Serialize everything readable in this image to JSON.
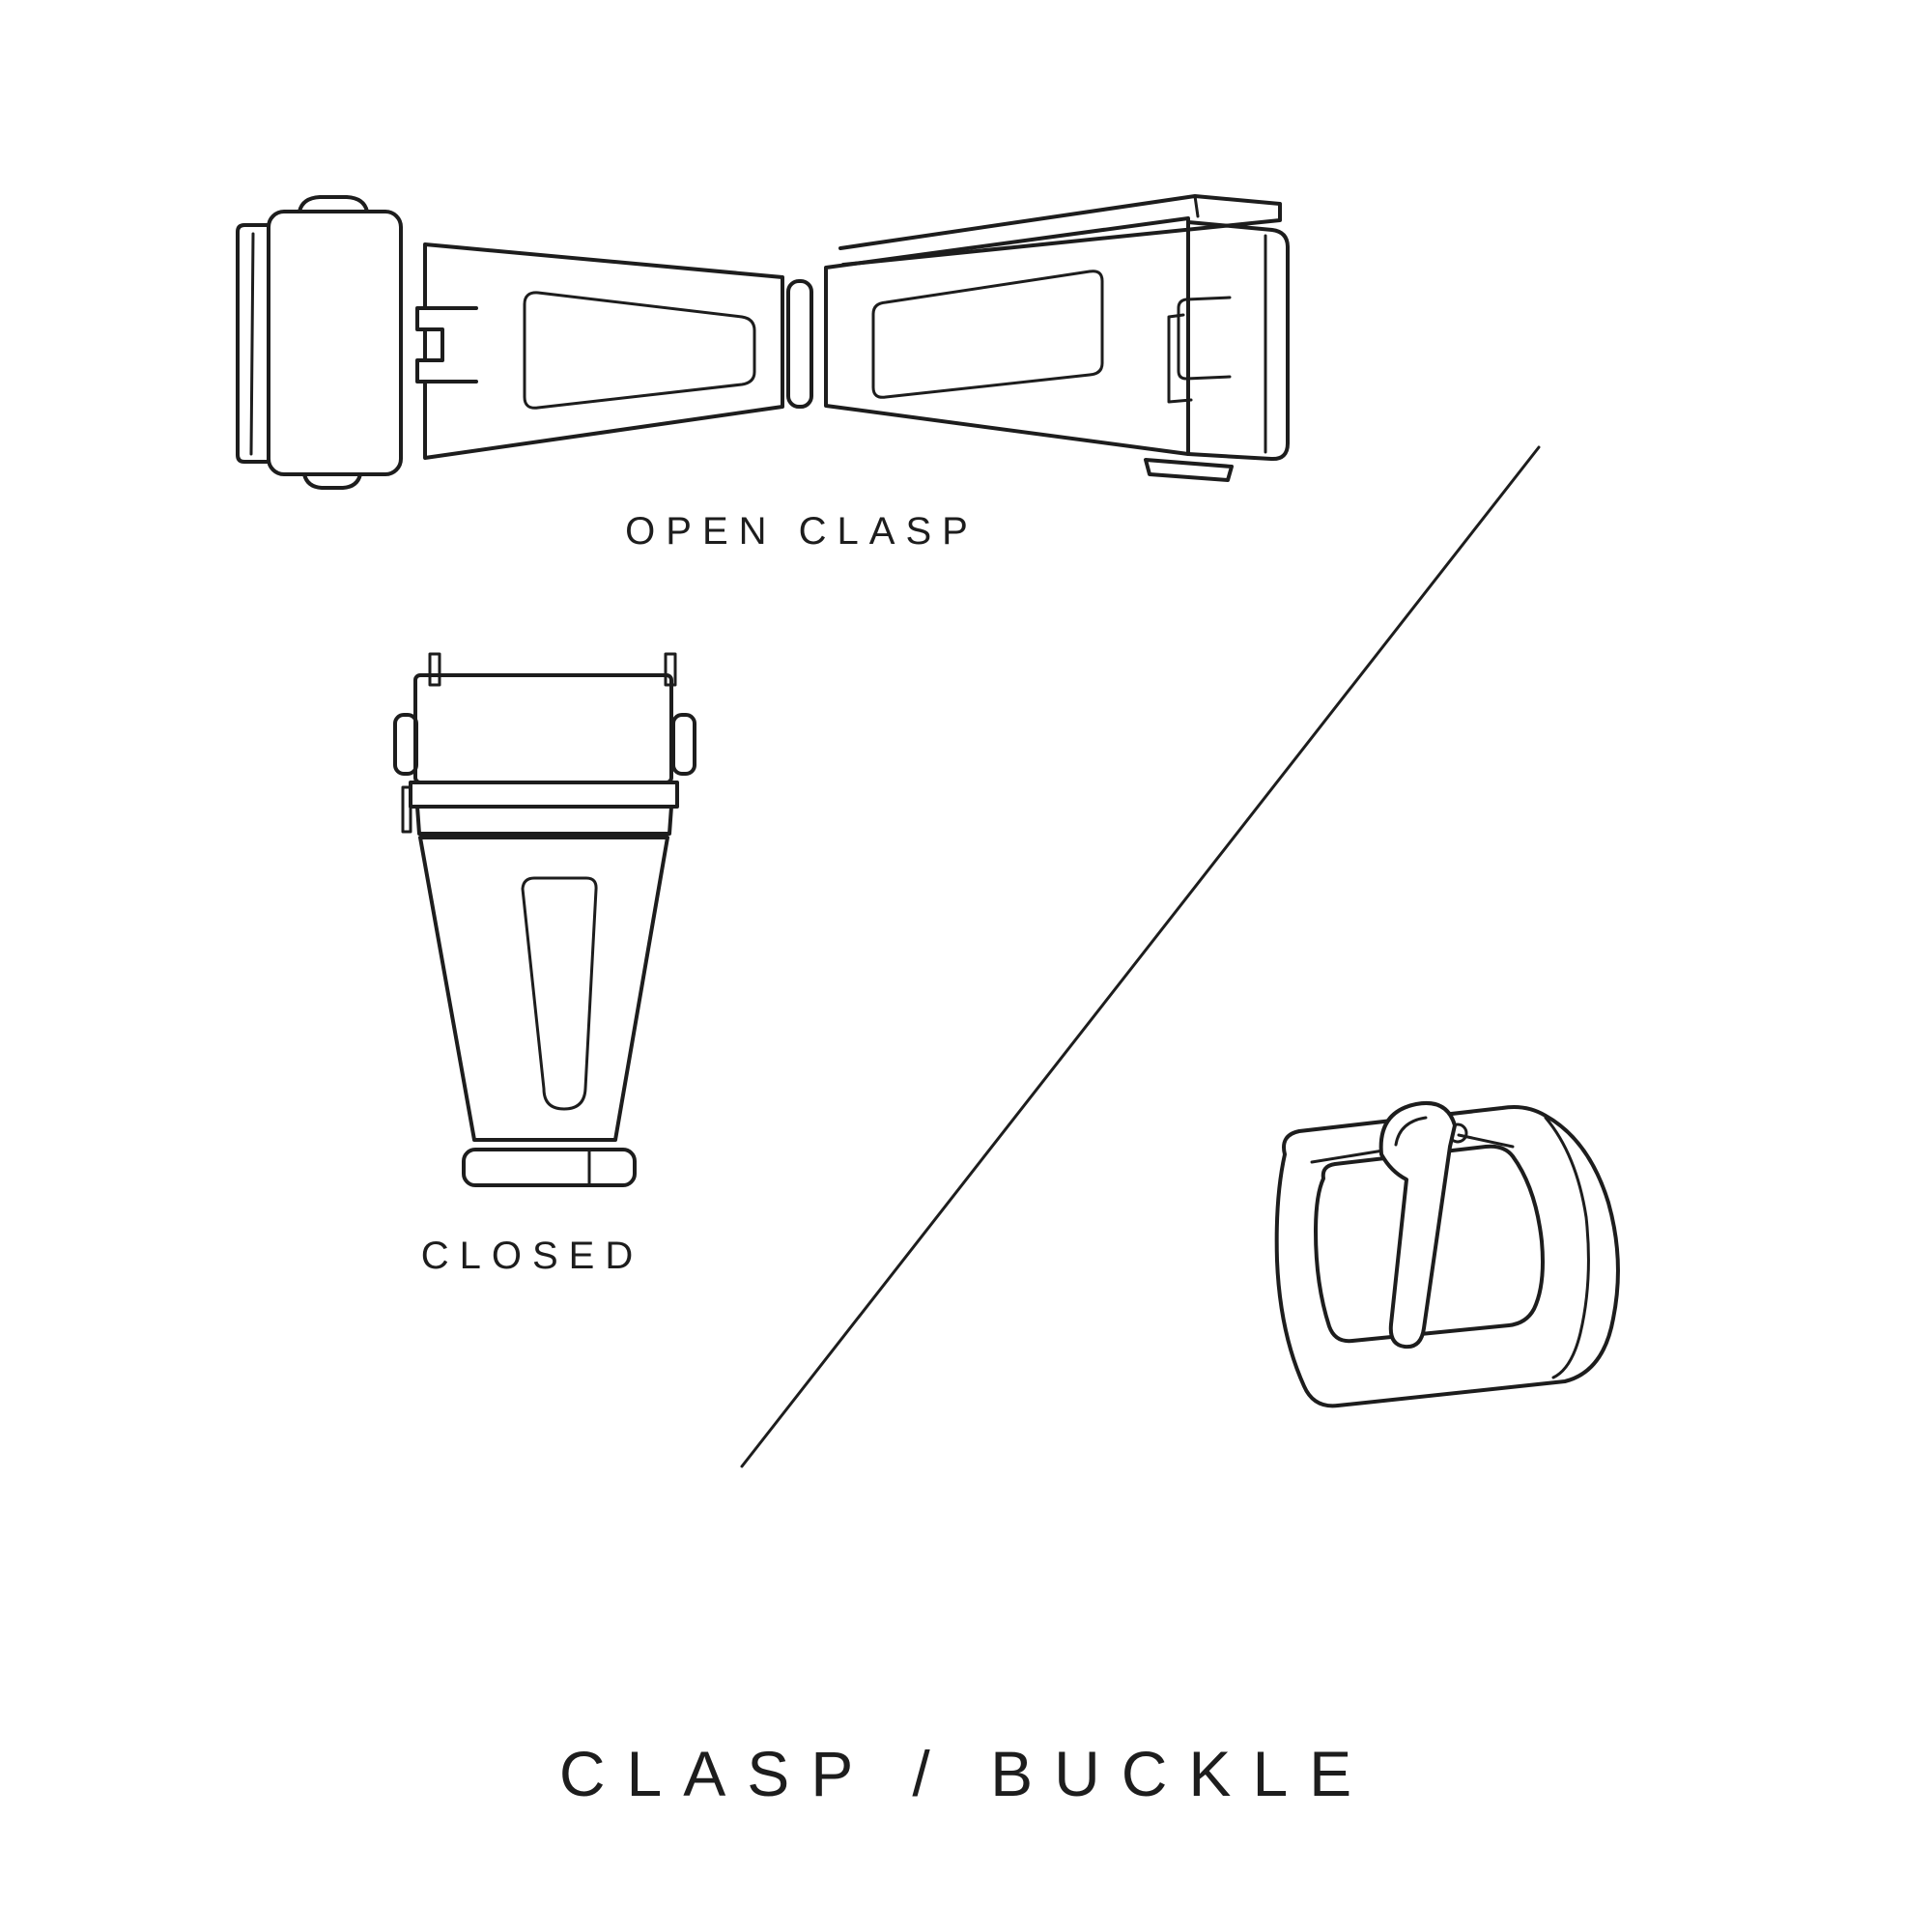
{
  "page": {
    "background_color": "#ffffff",
    "ink_color": "#1d1d1d"
  },
  "labels": {
    "open_clasp": "OPEN CLASP",
    "closed": "CLOSED",
    "title": "CLASP / BUCKLE"
  },
  "icons": {
    "open_clasp_illustration": "open-clasp-line-drawing",
    "closed_clasp_illustration": "closed-clasp-line-drawing",
    "buckle_illustration": "tang-buckle-line-drawing",
    "divider": "diagonal-divider-line"
  }
}
